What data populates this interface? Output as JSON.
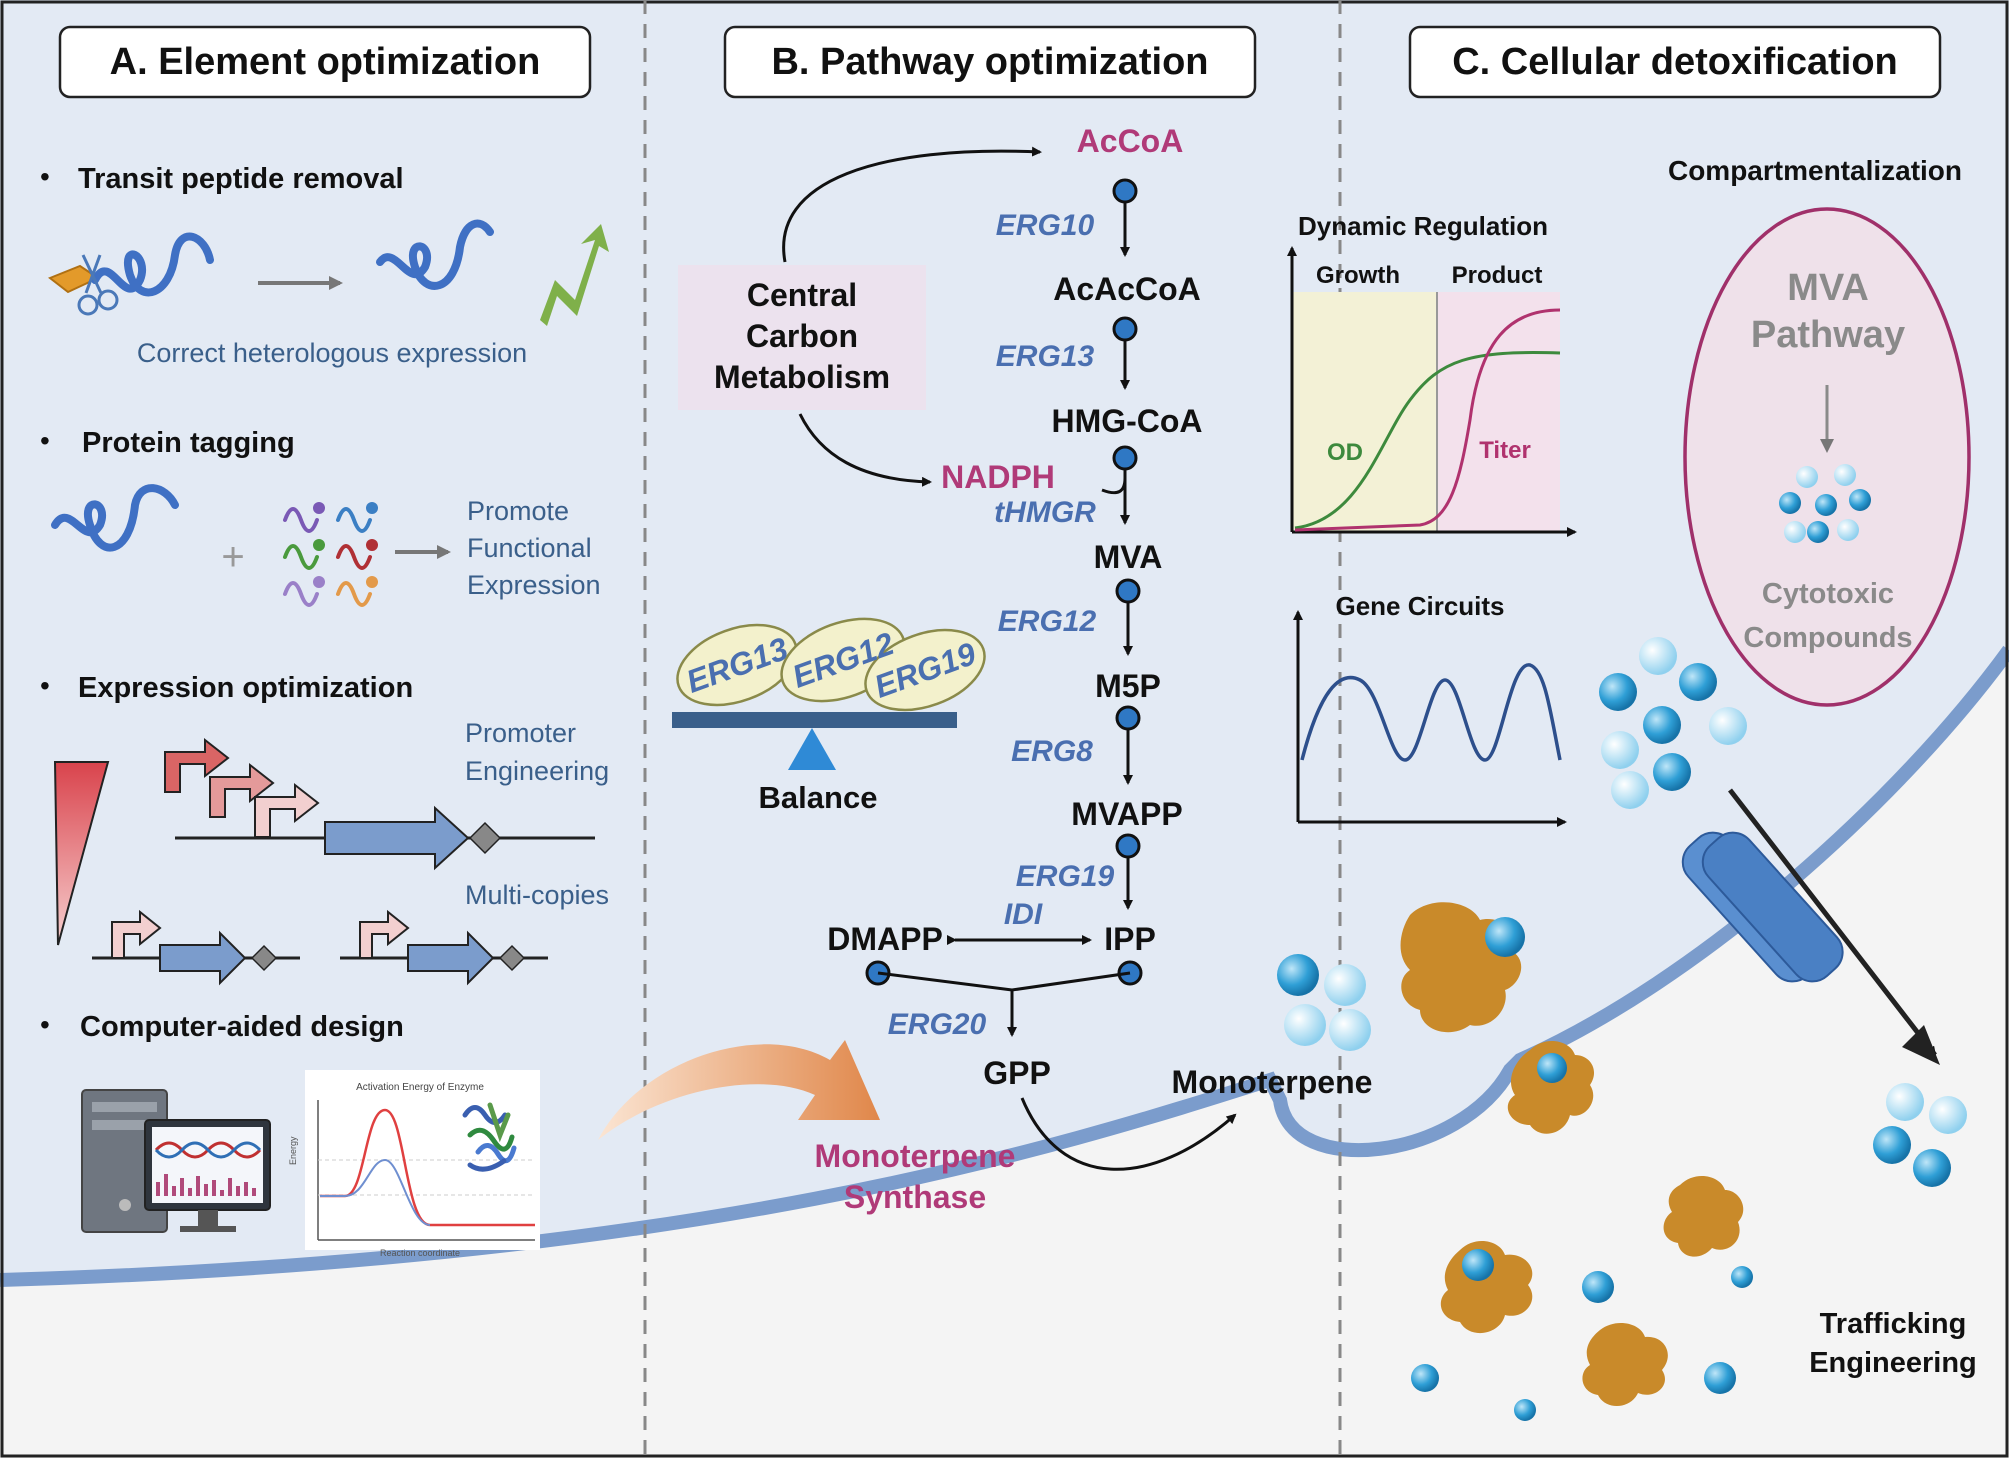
{
  "panels": {
    "a": {
      "title": "A. Element optimization"
    },
    "b": {
      "title": "B. Pathway optimization"
    },
    "c": {
      "title": "C. Cellular detoxification"
    }
  },
  "panel_a": {
    "transit": {
      "heading": "Transit peptide removal",
      "caption": "Correct heterologous expression"
    },
    "tagging": {
      "heading": "Protein tagging",
      "result_lines": [
        "Promote",
        "Functional",
        "Expression"
      ]
    },
    "expression": {
      "heading": "Expression optimization",
      "promoter_label_lines": [
        "Promoter",
        "Engineering"
      ],
      "copies_label": "Multi-copies"
    },
    "computer": {
      "heading": "Computer-aided design",
      "plot_title": "Activation Energy of Enzyme",
      "plot_ylabel": "Energy",
      "plot_xlabel": "Reaction coordinate"
    }
  },
  "panel_b": {
    "central_carbon_lines": [
      "Central",
      "Carbon",
      "Metabolism"
    ],
    "balance_label": "Balance",
    "balance_genes": [
      "ERG13",
      "ERG12",
      "ERG19"
    ],
    "metabolites": {
      "accoa": "AcCoA",
      "acaccoa": "AcAcCoA",
      "hmgcoa": "HMG-CoA",
      "nadph": "NADPH",
      "mva": "MVA",
      "m5p": "M5P",
      "mvapp": "MVAPP",
      "dmapp": "DMAPP",
      "ipp": "IPP",
      "gpp": "GPP",
      "monoterpene": "Monoterpene"
    },
    "enzymes": {
      "erg10": "ERG10",
      "erg13": "ERG13",
      "thmgr": "tHMGR",
      "erg12": "ERG12",
      "erg8": "ERG8",
      "erg19": "ERG19",
      "idi": "IDI",
      "erg20": "ERG20"
    },
    "synthase_lines": [
      "Monoterpene",
      "Synthase"
    ]
  },
  "panel_c": {
    "dynamic": {
      "title": "Dynamic Regulation",
      "phase_growth": "Growth",
      "phase_product": "Product",
      "curve_od": "OD",
      "curve_titer": "Titer"
    },
    "circuits_title": "Gene Circuits",
    "compartment": {
      "title": "Compartmentalization",
      "pathway_lines": [
        "MVA",
        "Pathway"
      ],
      "cytotoxic_lines": [
        "Cytotoxic",
        "Compounds"
      ]
    },
    "trafficking_lines": [
      "Trafficking",
      "Engineering"
    ]
  },
  "colors": {
    "pathway_blue": "#4a6fb0",
    "metabolite_magenta": "#b03a78",
    "cell_fill": "#e3eaf4",
    "membrane": "#7b9ccc",
    "node_blue": "#2f78c4",
    "protein_orange": "#c98a2a",
    "growth_bg": "#f3f1d6",
    "product_bg": "#f3e1ec",
    "od_green": "#3d8a3d",
    "titer_magenta": "#b0326e"
  }
}
